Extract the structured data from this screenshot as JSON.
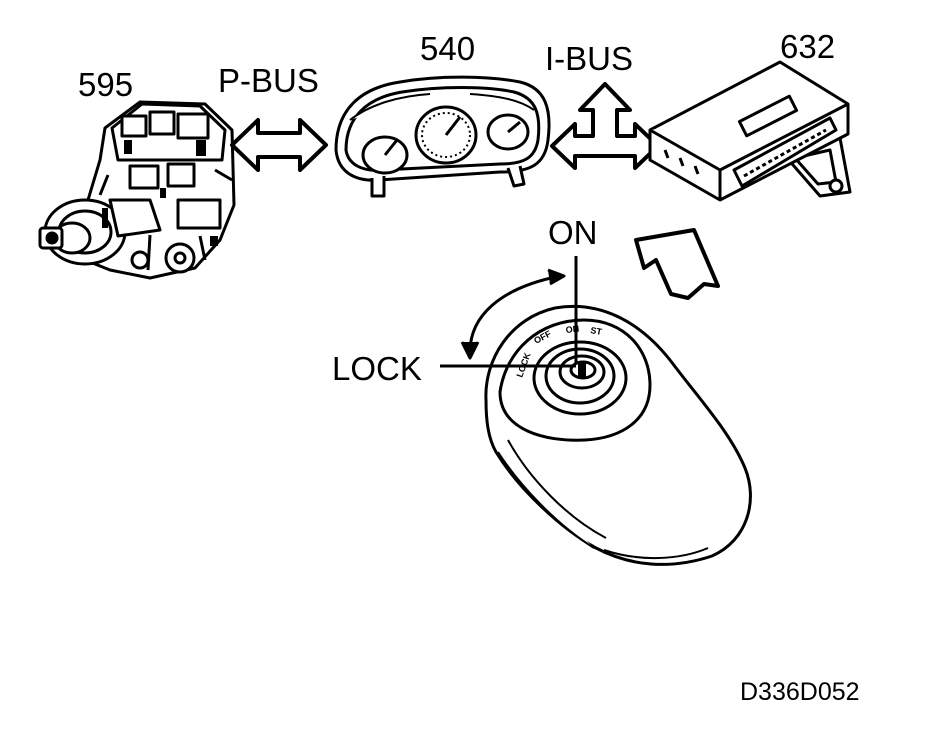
{
  "labels": {
    "pump_number": "595",
    "cluster_number": "540",
    "module_number": "632",
    "p_bus": "P-BUS",
    "i_bus": "I-BUS",
    "ignition_on": "ON",
    "ignition_lock": "LOCK",
    "figure_code": "D336D052"
  },
  "ignition_ring": {
    "lock": "LOCK",
    "off": "OFF",
    "on": "ON",
    "start": "ST"
  }
}
